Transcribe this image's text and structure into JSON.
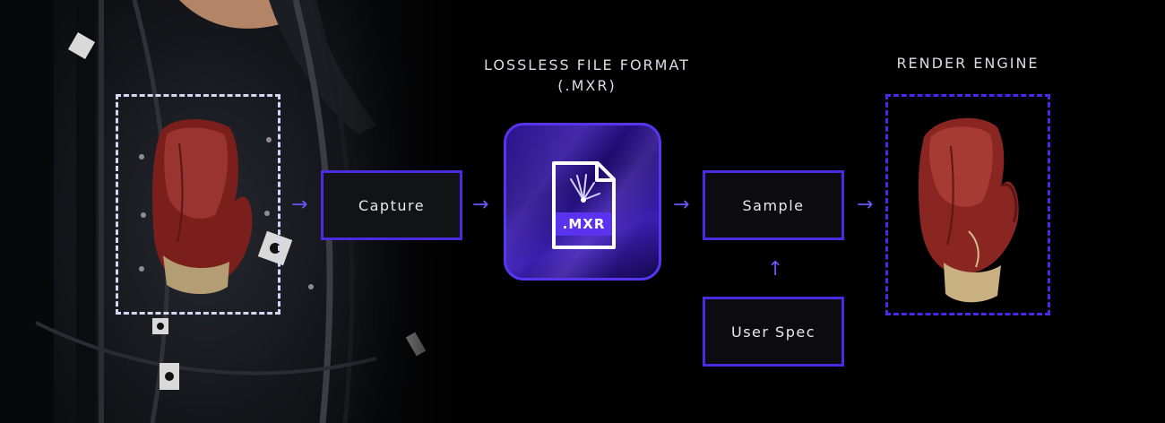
{
  "pipeline": {
    "lossless_caption": "LOSSLESS FILE FORMAT",
    "lossless_ext": "(.MXR)",
    "render_caption": "RENDER ENGINE",
    "capture_label": "Capture",
    "sample_label": "Sample",
    "user_spec_label": "User Spec",
    "file_badge": ".MXR"
  },
  "arrows": {
    "right": "→",
    "up": "↑"
  },
  "colors": {
    "accent": "#4b2ae0",
    "arrow": "#6b55f2",
    "background": "#000000"
  },
  "icons": [
    "mxr-file-icon",
    "boxing-glove-photo",
    "rendered-glove-image"
  ]
}
